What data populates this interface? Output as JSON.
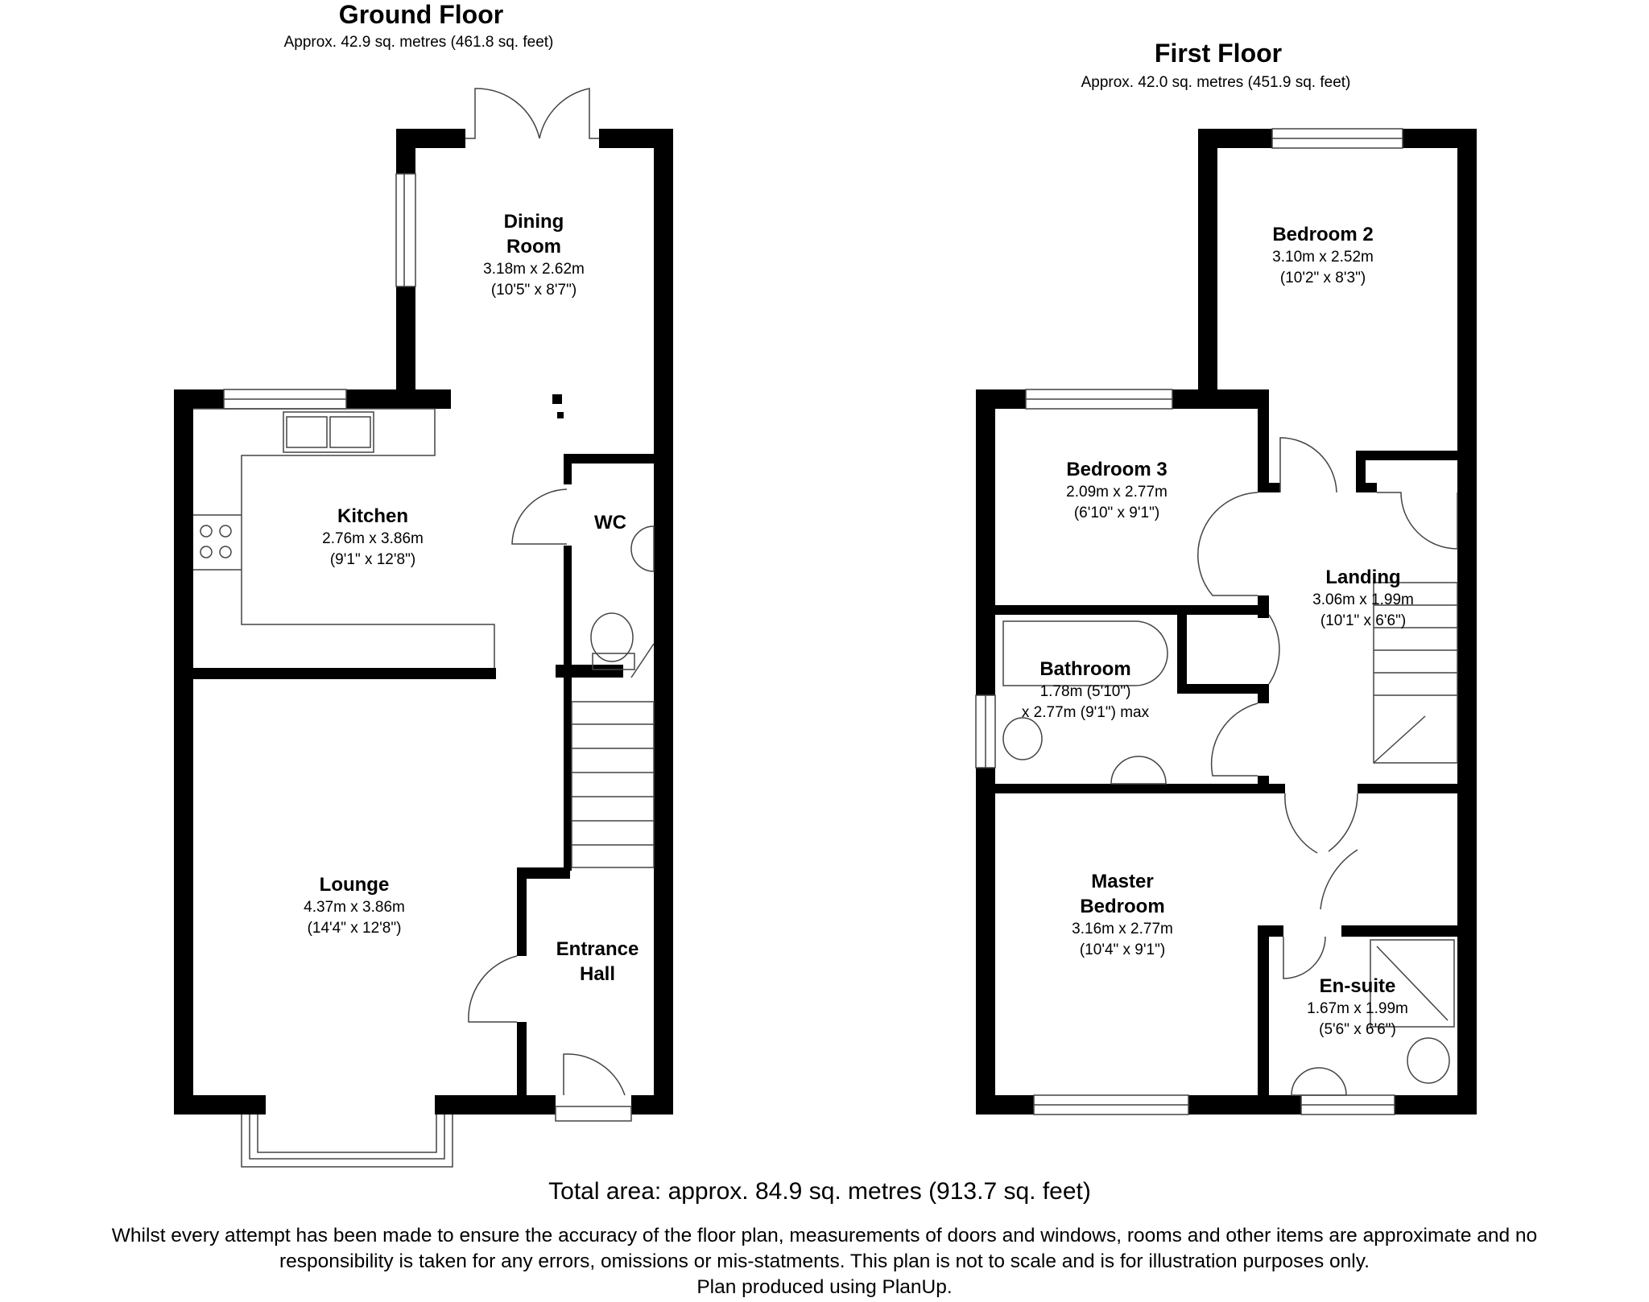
{
  "ground_floor": {
    "title": "Ground Floor",
    "area": "Approx. 42.9 sq. metres (461.8 sq. feet)",
    "rooms": {
      "dining": {
        "name_line1": "Dining",
        "name_line2": "Room",
        "metric": "3.18m x 2.62m",
        "imperial": "(10'5\" x 8'7\")"
      },
      "kitchen": {
        "name": "Kitchen",
        "metric": "2.76m x 3.86m",
        "imperial": "(9'1\" x 12'8\")"
      },
      "wc": {
        "name": "WC"
      },
      "lounge": {
        "name": "Lounge",
        "metric": "4.37m x 3.86m",
        "imperial": "(14'4\" x 12'8\")"
      },
      "hall": {
        "name_line1": "Entrance",
        "name_line2": "Hall"
      }
    }
  },
  "first_floor": {
    "title": "First Floor",
    "area": "Approx. 42.0 sq. metres (451.9 sq. feet)",
    "rooms": {
      "bedroom2": {
        "name": "Bedroom 2",
        "metric": "3.10m x 2.52m",
        "imperial": "(10'2\" x 8'3\")"
      },
      "bedroom3": {
        "name": "Bedroom 3",
        "metric": "2.09m x 2.77m",
        "imperial": "(6'10\" x 9'1\")"
      },
      "landing": {
        "name": "Landing",
        "metric": "3.06m x 1.99m",
        "imperial": "(10'1\" x 6'6\")"
      },
      "bathroom": {
        "name": "Bathroom",
        "metric": "1.78m (5'10\")",
        "imperial": "x 2.77m (9'1\") max"
      },
      "master": {
        "name_line1": "Master",
        "name_line2": "Bedroom",
        "metric": "3.16m x 2.77m",
        "imperial": "(10'4\" x 9'1\")"
      },
      "ensuite": {
        "name": "En-suite",
        "metric": "1.67m x 1.99m",
        "imperial": "(5'6\" x 6'6\")"
      }
    }
  },
  "footer": {
    "total_area": "Total area: approx. 84.9 sq. metres (913.7 sq. feet)",
    "disclaimer_line1": "Whilst every attempt has been made to ensure the accuracy of the floor plan, measurements of doors and windows, rooms and other items are approximate and no",
    "disclaimer_line2": "responsibility is taken for any errors, omissions or mis-statments. This plan is not to scale and is for illustration purposes only.",
    "credit": "Plan produced using PlanUp."
  }
}
